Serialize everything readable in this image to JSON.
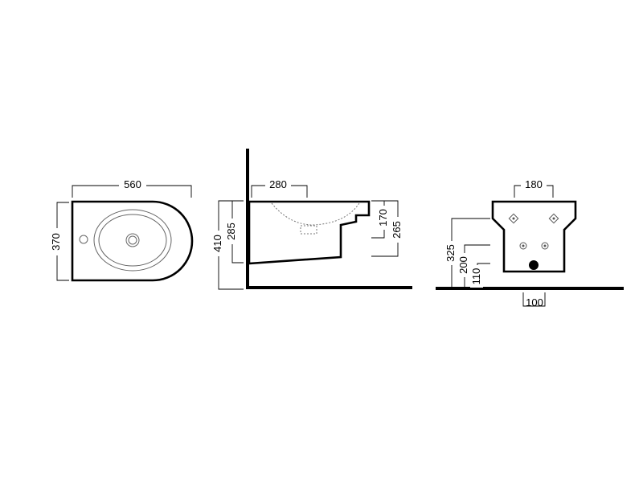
{
  "top_view": {
    "width_label": "560",
    "depth_label": "370"
  },
  "side_view": {
    "projection_label": "280",
    "overall_height_label": "410",
    "inner_height_label": "285",
    "upper_offset_label": "170",
    "lower_offset_label": "265"
  },
  "front_view": {
    "fixing_spacing_label": "180",
    "fixing_height_label": "325",
    "supply_height_label": "200",
    "waste_height_label": "110",
    "offset_label": "100"
  },
  "colors": {
    "line": "#000000",
    "background": "#ffffff"
  }
}
